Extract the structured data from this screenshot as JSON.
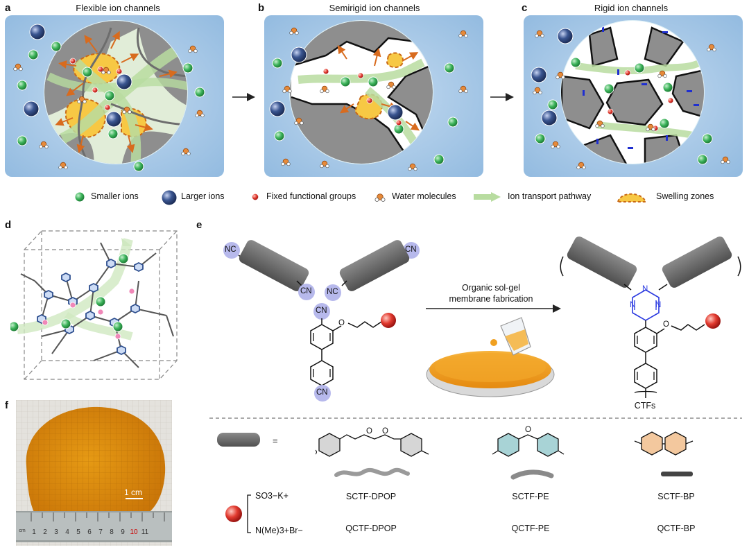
{
  "panels": {
    "a": {
      "label": "a",
      "title": "Flexible ion channels"
    },
    "b": {
      "label": "b",
      "title": "Semirigid ion channels"
    },
    "c": {
      "label": "c",
      "title": "Rigid ion channels"
    },
    "d": {
      "label": "d"
    },
    "e": {
      "label": "e"
    },
    "f": {
      "label": "f",
      "scale_bar": "1 cm"
    }
  },
  "legend": {
    "smaller_ions": "Smaller ions",
    "larger_ions": "Larger ions",
    "fixed_groups": "Fixed functional groups",
    "water": "Water molecules",
    "pathway": "Ion transport pathway",
    "swelling": "Swelling zones"
  },
  "chemistry": {
    "nc_top_left": "NC",
    "cn_top_right": "CN",
    "cn_mid_left": "CN",
    "nc_mid_right": "NC",
    "cn_center": "CN",
    "cn_bottom": "CN",
    "process_line1": "Organic sol-gel",
    "process_line2": "membrane fabrication",
    "product": "CTFs",
    "triazine_n": "N",
    "ether_o": "O",
    "equals": "=",
    "sulfonate": "SO3−K+",
    "ammonium": "N(Me)3+Br−",
    "linkers": [
      "DPOP",
      "PE",
      "BP"
    ],
    "sctf": [
      "SCTF-DPOP",
      "SCTF-PE",
      "SCTF-BP"
    ],
    "qctf": [
      "QCTF-DPOP",
      "QCTF-PE",
      "QCTF-BP"
    ]
  },
  "ruler_numbers": [
    "cm",
    "1",
    "2",
    "3",
    "4",
    "5",
    "6",
    "7",
    "8",
    "9",
    "10",
    "11"
  ],
  "colors": {
    "panel_bg": "#a9cbe8",
    "pore_gray": "#8e8e8e",
    "smaller_ion": "#3cb35a",
    "larger_ion": "#3a5590",
    "fixed_group": "#e23a2f",
    "water": "#e68a3a",
    "pathway": "#b8dca0",
    "swelling": "#f7c844",
    "cn_bubble": "#b7b9ec",
    "membrane_orange": "#f0a020",
    "triazine_blue": "#2a39e0"
  }
}
